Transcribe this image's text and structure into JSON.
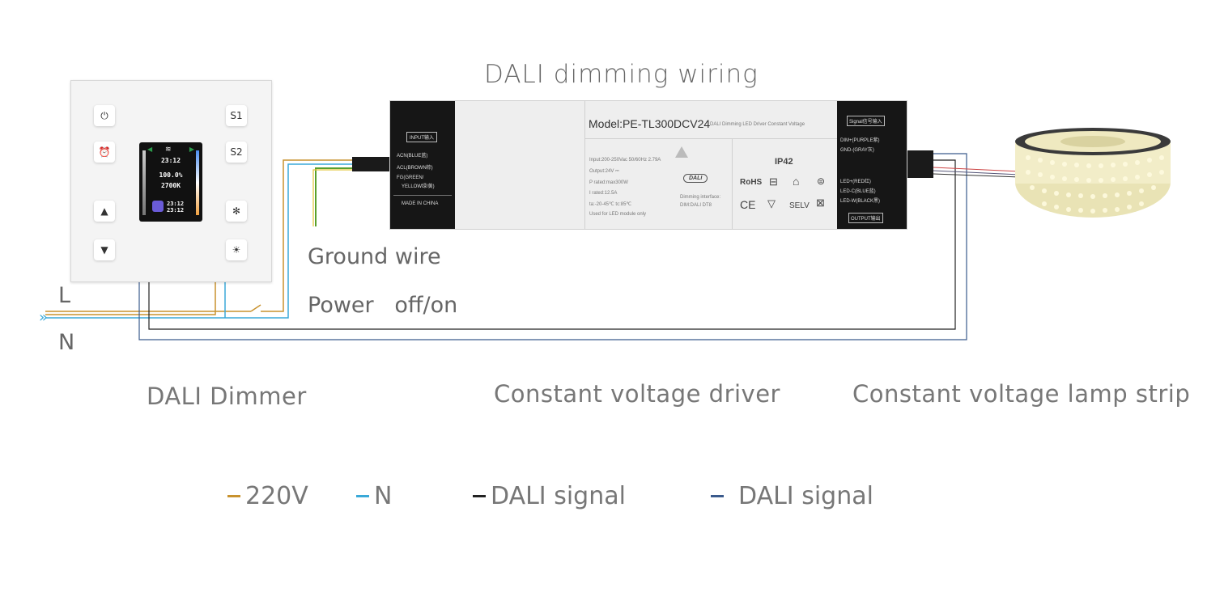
{
  "title": "DALI dimming wiring",
  "dimmer": {
    "buttons": {
      "s1": "S1",
      "s2": "S2"
    },
    "screen": {
      "time1": "23:12",
      "brightness": "100.0%",
      "cct": "2700K",
      "time2": "23:12",
      "time3": "23:12"
    }
  },
  "driver": {
    "input_label": "INPUT输入",
    "ac_n": "ACN(BLUE蓝)",
    "ac_l": "ACL(BROWN棕)",
    "fg": "FG(GREEN/",
    "fg2": "YELLOW绿/黄)",
    "made_in": "MADE IN CHINA",
    "model": "Model:PE-TL300DCV24",
    "model_desc": "DALI Dimming LED Driver Constant Voltage",
    "spec1": "Input:200-250Vac 50/60Hz  2.79A",
    "spec2": "Output:24V ⎓",
    "spec3": "P rated:max300W",
    "spec4": "I rated:12.5A",
    "spec5": "ta:-20-45℃   tc:85℃",
    "spec6": "Used for LED module only",
    "dali_badge": "DALI",
    "dim_interface": "Dimming interface:",
    "dim_interface2": "DIM:DALI DT8",
    "ip": "IP42",
    "rohs": "RoHS",
    "ce": "CE",
    "selv": "SELV",
    "signal_label": "Signal信号输入",
    "dim_plus": "DIM+(PURPLE紫)",
    "gnd": "GND-(GRAY灰)",
    "led_plus": "LED+(RED红)",
    "led_c": "LED-C(BLUE蓝)",
    "led_w": "LED-W(BLACK黑)",
    "output_label": "OUTPUT输出"
  },
  "labels": {
    "ground_wire": "Ground wire",
    "power": "Power   off/on",
    "L": "L",
    "N": "N"
  },
  "captions": {
    "dimmer": "DALI Dimmer",
    "driver": "Constant voltage driver",
    "strip": "Constant voltage lamp strip"
  },
  "legend": [
    {
      "label": "220V",
      "color": "#c8922e"
    },
    {
      "label": "N",
      "color": "#3aa9d8"
    },
    {
      "label": "DALI signal",
      "color": "#222222"
    },
    {
      "label": "DALI signal",
      "color": "#3a5a8c"
    }
  ],
  "wire_colors": {
    "live": "#c8922e",
    "neutral": "#3aa9d8",
    "dali1": "#222222",
    "dali2": "#3a5a8c",
    "ground": "#5aa02c",
    "ground2": "#e3c53a"
  }
}
